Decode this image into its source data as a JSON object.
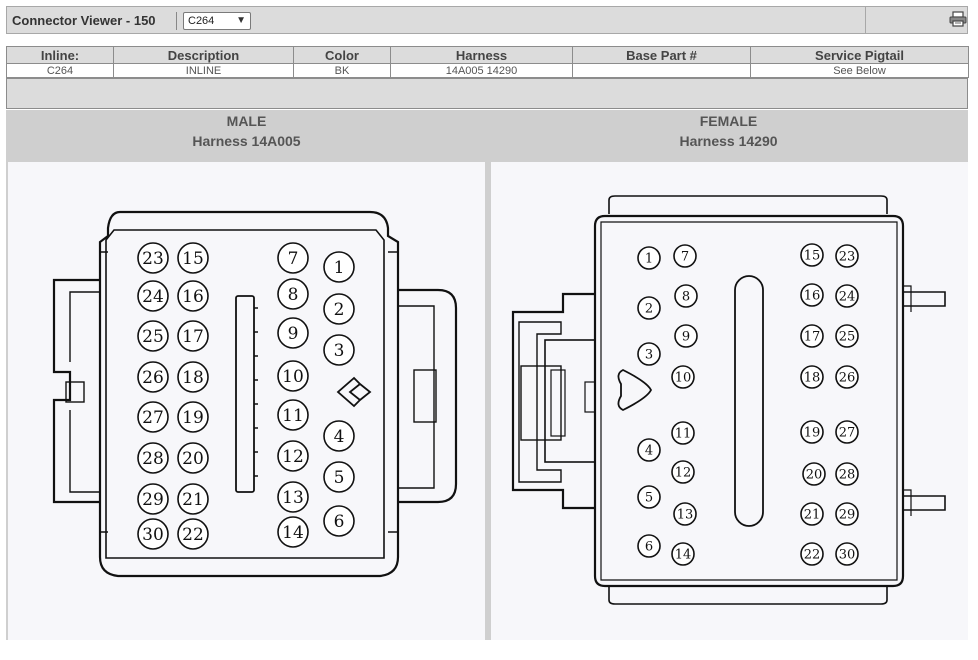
{
  "header": {
    "title": "Connector Viewer - 150",
    "connector_select": "C264",
    "print_icon": "printer-icon"
  },
  "info_table": {
    "columns": [
      "Inline:",
      "Description",
      "Color",
      "Harness",
      "Base Part #",
      "Service Pigtail"
    ],
    "row": [
      "C264",
      "INLINE",
      "BK",
      "14A005 14290",
      "",
      "See Below"
    ]
  },
  "male": {
    "label": "MALE",
    "harness": "Harness 14A005"
  },
  "female": {
    "label": "FEMALE",
    "harness": "Harness 14290"
  },
  "pins": {
    "male_numbers": [
      "23",
      "15",
      "7",
      "1",
      "24",
      "16",
      "8",
      "2",
      "25",
      "17",
      "9",
      "3",
      "26",
      "18",
      "10",
      "27",
      "19",
      "11",
      "4",
      "28",
      "20",
      "12",
      "5",
      "29",
      "21",
      "13",
      "30",
      "22",
      "14",
      "6"
    ],
    "female_numbers": [
      "1",
      "7",
      "15",
      "23",
      "8",
      "16",
      "24",
      "2",
      "9",
      "17",
      "25",
      "3",
      "10",
      "18",
      "26",
      "11",
      "19",
      "27",
      "4",
      "12",
      "20",
      "28",
      "5",
      "13",
      "21",
      "29",
      "6",
      "14",
      "22",
      "30"
    ]
  }
}
